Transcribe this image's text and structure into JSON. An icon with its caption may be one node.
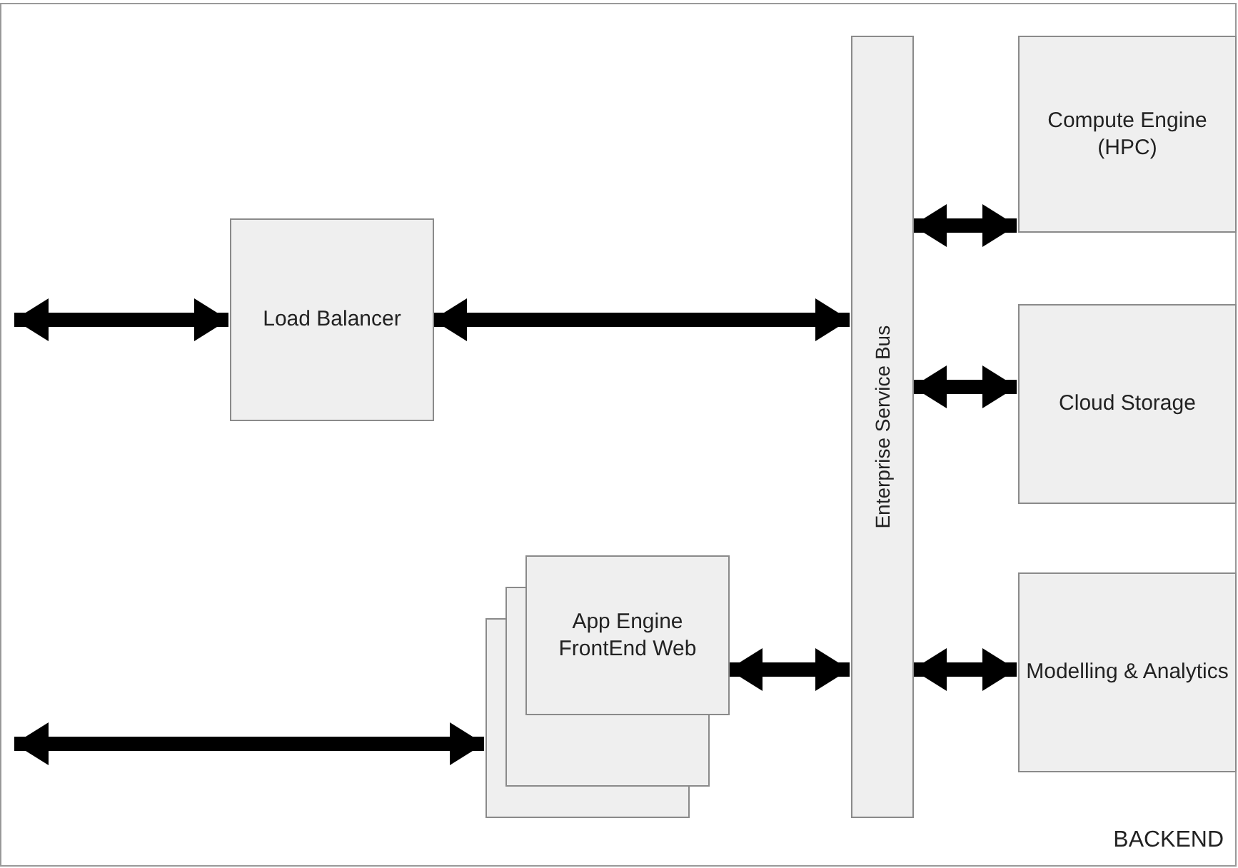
{
  "diagram": {
    "nodes": [
      {
        "text": [
          "BACKEND"
        ]
      },
      {
        "text": [
          "Load Balancer"
        ],
        "in": 0
      },
      {
        "text": [
          "Enterprise Service Bus"
        ],
        "in": 0
      },
      {
        "text": [
          "Compute Engine (HPC)"
        ],
        "in": 0
      },
      {
        "text": [
          "Cloud Storage"
        ],
        "in": 0
      },
      {
        "text": [
          "Modelling & Analytics"
        ],
        "in": 0
      },
      {
        "text": [
          "App Engine FrontEnd Web"
        ],
        "in": 0
      }
    ],
    "edges": [
      {
        "from": null,
        "to": 1,
        "arrow": "both"
      },
      {
        "from": 1,
        "to": 2,
        "arrow": "both"
      },
      {
        "from": 2,
        "to": 3,
        "arrow": "both"
      },
      {
        "from": 2,
        "to": 4,
        "arrow": "both"
      },
      {
        "from": null,
        "to": 6,
        "arrow": "both"
      },
      {
        "from": 6,
        "to": 2,
        "arrow": "both"
      },
      {
        "from": 2,
        "to": 5,
        "arrow": "both"
      }
    ]
  }
}
